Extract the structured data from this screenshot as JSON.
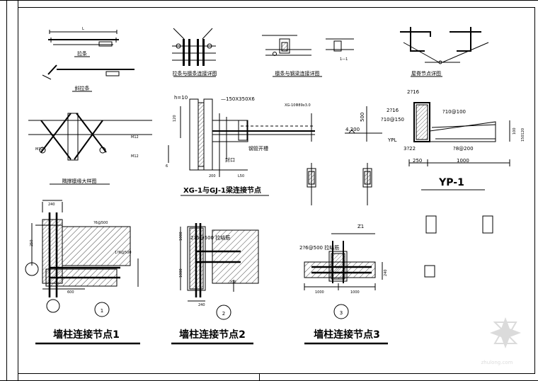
{
  "details": {
    "brace_straight": "拉条",
    "brace_diag": "斜拉条",
    "purlin_brace": "拉条与檩条连接详图",
    "purlin_steel": "檩条与钢梁连接详图",
    "ridge": "屋脊节点详图",
    "bracing": "隅撑檩缘大样图",
    "xg_gj": "XG-1与GJ-1梁连接节点",
    "yp1": "YP-1",
    "wall1": "墙柱连接节点1",
    "wall2": "墙柱连接节点2",
    "wall3": "墙柱连接节点3"
  },
  "marks": {
    "n1": "1",
    "n2": "2",
    "n3": "3",
    "one_one": "1—1",
    "l": "L",
    "m12a": "M12",
    "m12b": "M12",
    "m12c": "M12"
  },
  "xg_labels": {
    "h": "h=10",
    "plate": "—150X350X6",
    "xg": "XG-10Φ89x3.0",
    "slot": "钢管开槽",
    "seal": "封口",
    "d120": "120",
    "d200": "200",
    "l50": "L50",
    "s6": "6"
  },
  "yp_labels": {
    "top_bar": "2?16",
    "stir": "?10@100",
    "d500": "500",
    "bars2": "2?16",
    "stir2": "?10@150",
    "elev": "4.200",
    "ypl": "YPL",
    "b3": "3?22",
    "b8": "?8@200",
    "d250": "250",
    "d1000": "1000",
    "d100": "100",
    "d150": "150120"
  },
  "wall_labels": {
    "w240a": "240",
    "w250": "250",
    "w600": "600",
    "r6_500": "?6@500",
    "r168500": "1?6@500",
    "w2_bar": "2?6@500 拉结筋",
    "w1000a": "1000",
    "w1000b": "1000",
    "w200": "200",
    "w240b": "240",
    "z1": "Z1",
    "w3_bar": "2?6@500 拉结筋",
    "w3_1000a": "1000",
    "w3_1000b": "1000",
    "w3_240": "240"
  },
  "watermark": "zhulong.com"
}
